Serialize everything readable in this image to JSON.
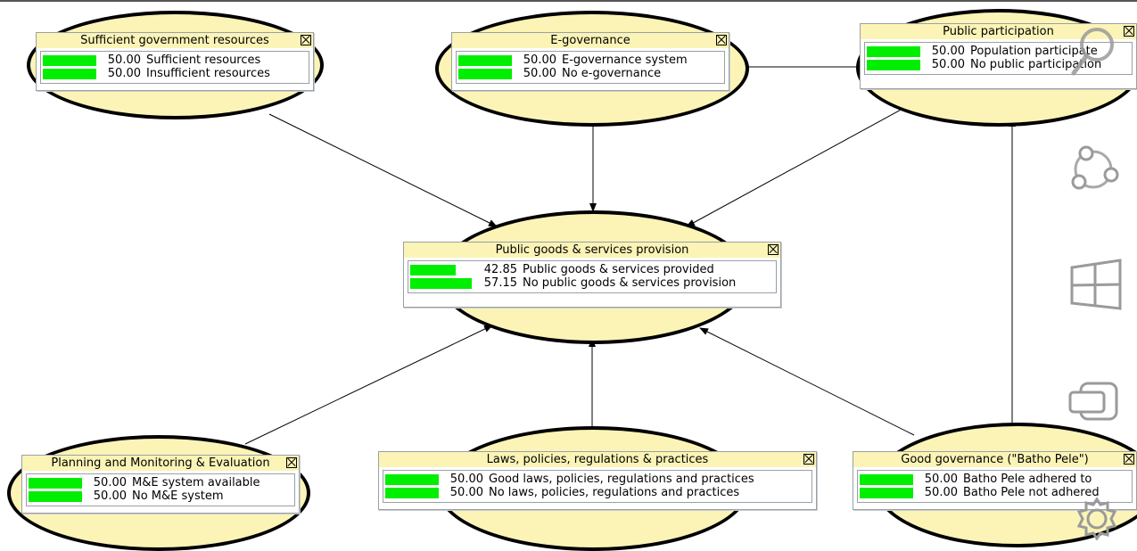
{
  "nodes": {
    "resources": {
      "title": "Sufficient government resources",
      "states": [
        {
          "value": "50.00",
          "label": "Sufficient resources",
          "fraction": 0.5
        },
        {
          "value": "50.00",
          "label": "Insufficient resources",
          "fraction": 0.5
        }
      ]
    },
    "egov": {
      "title": "E-governance",
      "states": [
        {
          "value": "50.00",
          "label": "E-governance system",
          "fraction": 0.5
        },
        {
          "value": "50.00",
          "label": "No e-governance",
          "fraction": 0.5
        }
      ]
    },
    "participation": {
      "title": "Public participation",
      "states": [
        {
          "value": "50.00",
          "label": "Population participate",
          "fraction": 0.5
        },
        {
          "value": "50.00",
          "label": "No public participation",
          "fraction": 0.5
        }
      ]
    },
    "goods": {
      "title": "Public goods & services provision",
      "states": [
        {
          "value": "42.85",
          "label": "Public goods & services provided",
          "fraction": 0.4285
        },
        {
          "value": "57.15",
          "label": "No public goods & services provision",
          "fraction": 0.5715
        }
      ]
    },
    "planning": {
      "title": "Planning and Monitoring & Evaluation",
      "states": [
        {
          "value": "50.00",
          "label": "M&E system available",
          "fraction": 0.5
        },
        {
          "value": "50.00",
          "label": "No M&E system",
          "fraction": 0.5
        }
      ]
    },
    "laws": {
      "title": "Laws, policies, regulations & practices",
      "states": [
        {
          "value": "50.00",
          "label": "Good laws, policies, regulations and practices",
          "fraction": 0.5
        },
        {
          "value": "50.00",
          "label": "No laws, policies, regulations and practices",
          "fraction": 0.5
        }
      ]
    },
    "governance": {
      "title": "Good governance (\"Batho Pele\")",
      "states": [
        {
          "value": "50.00",
          "label": "Batho Pele adhered to",
          "fraction": 0.5
        },
        {
          "value": "50.00",
          "label": "Batho Pele not adhered",
          "fraction": 0.5
        }
      ]
    }
  },
  "colors": {
    "node_fill": "#fbf4b6",
    "bar": "#00ee00",
    "edge": "#000000"
  },
  "side_icons": [
    "search-icon",
    "share-icon",
    "windows-start-icon",
    "devices-icon",
    "settings-icon"
  ]
}
